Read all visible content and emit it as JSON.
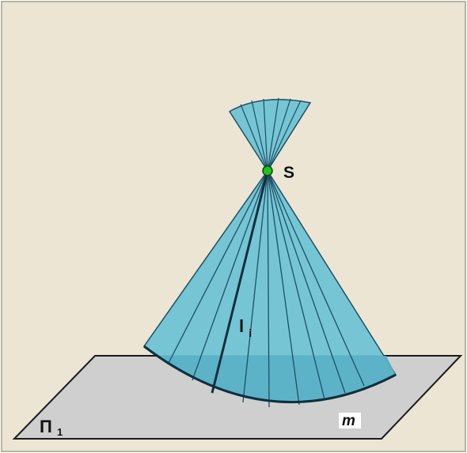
{
  "diagram": {
    "labels": {
      "apex": "S",
      "generator": "l",
      "generator_sub": "i",
      "plane": "П",
      "plane_sub": "1",
      "curve": "m"
    }
  },
  "colors": {
    "background": "#ece5d4",
    "frame": "#b9b39c",
    "plane_fill": "#cfcfcf",
    "plane_edge": "#1a1a1a",
    "cone_fill": "#6fc3d5",
    "cone_dark": "#5ab1c7",
    "cone_lines": "#1e4f63",
    "apex_point": "#20c020"
  }
}
